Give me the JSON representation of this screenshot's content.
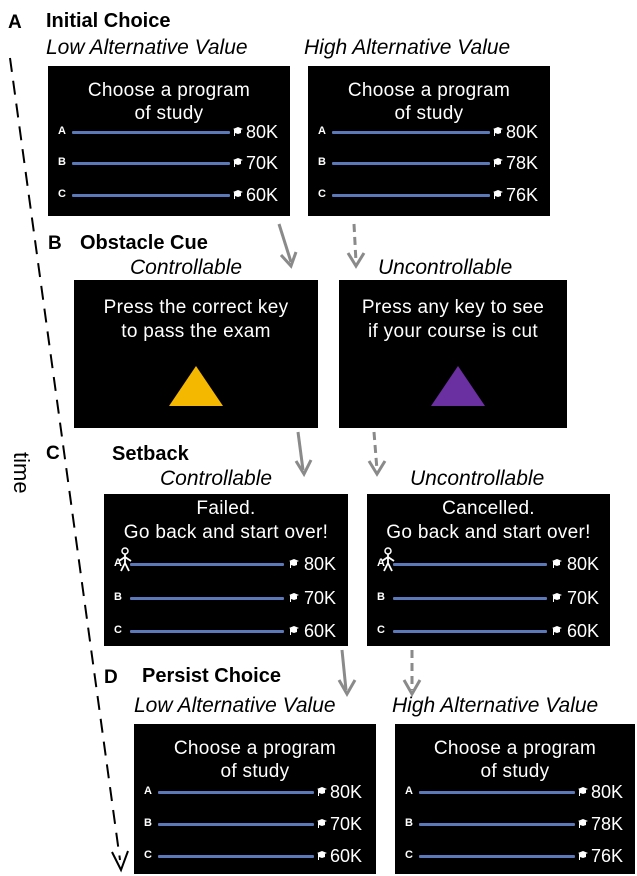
{
  "panel_a": {
    "letter": "A",
    "title": "Initial Choice",
    "left_sub": "Low Alternative Value",
    "right_sub": "High Alternative Value"
  },
  "panel_b": {
    "letter": "B",
    "title": "Obstacle Cue",
    "left_sub": "Controllable",
    "right_sub": "Uncontrollable",
    "left_text_1": "Press the correct key",
    "left_text_2": "to pass the exam",
    "right_text_1": "Press any key to see",
    "right_text_2": "if your course is cut",
    "left_triangle_color": "#f5b800",
    "right_triangle_color": "#6a2fa0"
  },
  "panel_c": {
    "letter": "C",
    "title": "Setback",
    "left_sub": "Controllable",
    "right_sub": "Uncontrollable",
    "left_text_1": "Failed.",
    "left_text_2": "Go back and start over!",
    "right_text_1": "Cancelled.",
    "right_text_2": "Go back and start over!"
  },
  "panel_d": {
    "letter": "D",
    "title": "Persist Choice",
    "left_sub": "Low Alternative Value",
    "right_sub": "High Alternative Value"
  },
  "choice_prompt_1": "Choose a program",
  "choice_prompt_2": "of study",
  "options": {
    "a": "A",
    "b": "B",
    "c": "C"
  },
  "low_values": {
    "a": "80K",
    "b": "70K",
    "c": "60K"
  },
  "high_values": {
    "a": "80K",
    "b": "78K",
    "c": "76K"
  },
  "time_label": "time",
  "colors": {
    "line": "#5b78b8",
    "arrow": "#8a8a8a"
  }
}
